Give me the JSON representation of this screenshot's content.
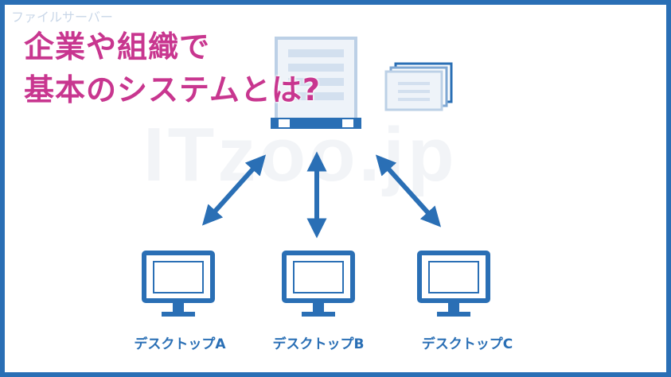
{
  "server_caption": "ファイルサーバー",
  "title": {
    "line1": "企業や組織で",
    "line2": "基本のシステムとは?"
  },
  "watermark": "ITzoo.jp",
  "desktops": [
    "デスクトップA",
    "デスクトップB",
    "デスクトップC"
  ],
  "colors": {
    "accent_blue": "#2a6fb5",
    "title_magenta": "#c8368f",
    "faint_blue": "#c9d7e8"
  },
  "icons": [
    "server-icon",
    "documents-icon",
    "monitor-icon",
    "double-arrow-icon"
  ]
}
